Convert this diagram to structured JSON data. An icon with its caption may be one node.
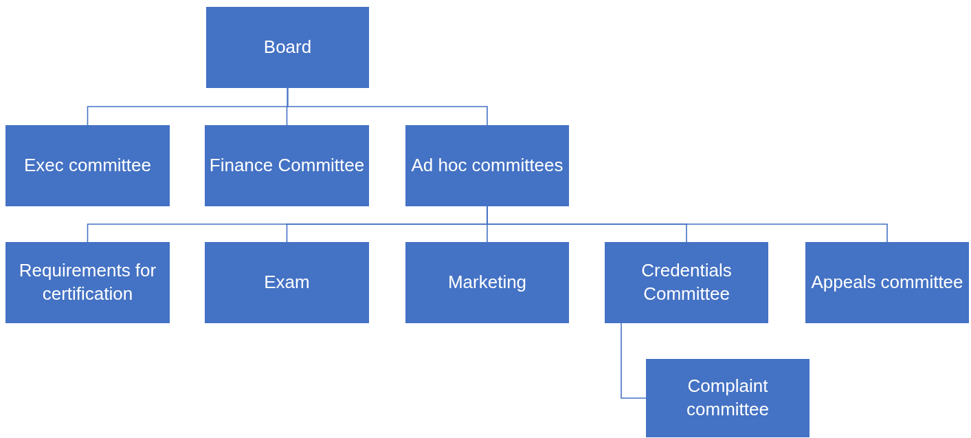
{
  "diagram": {
    "nodes": [
      {
        "text": [
          "Board"
        ]
      },
      {
        "text": [
          "Exec committee"
        ]
      },
      {
        "text": [
          "Finance Committee"
        ]
      },
      {
        "text": [
          "Ad hoc committees"
        ]
      },
      {
        "text": [
          "Requirements for certification"
        ]
      },
      {
        "text": [
          "Exam"
        ]
      },
      {
        "text": [
          "Marketing"
        ]
      },
      {
        "text": [
          "Credentials Committee"
        ]
      },
      {
        "text": [
          "Appeals committee"
        ]
      },
      {
        "text": [
          "Complaint committee"
        ]
      }
    ],
    "edges": [
      {
        "from": 0,
        "to": 1,
        "arrow": "none"
      },
      {
        "from": 0,
        "to": 2,
        "arrow": "none"
      },
      {
        "from": 0,
        "to": 3,
        "arrow": "none"
      },
      {
        "from": 3,
        "to": 4,
        "arrow": "none"
      },
      {
        "from": 3,
        "to": 5,
        "arrow": "none"
      },
      {
        "from": 3,
        "to": 6,
        "arrow": "none"
      },
      {
        "from": 3,
        "to": 7,
        "arrow": "none"
      },
      {
        "from": 3,
        "to": 8,
        "arrow": "none"
      },
      {
        "from": 7,
        "to": 9,
        "arrow": "none"
      }
    ]
  }
}
